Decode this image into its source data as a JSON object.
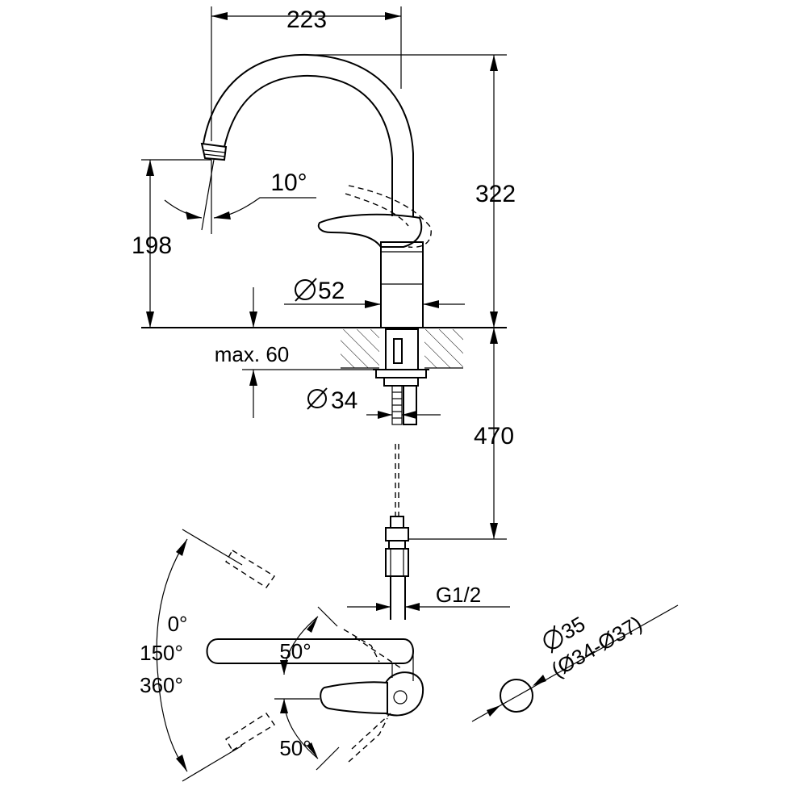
{
  "dimensions": {
    "spout_reach": "223",
    "total_height": "322",
    "spout_height": "198",
    "spout_angle": "10°",
    "body_diameter": "52",
    "deck_thickness": "max. 60",
    "shank_diameter": "34",
    "hose_length": "470",
    "connection_thread": "G1/2",
    "hole_diameter": "35",
    "hole_range": "(Ø34-Ø37)",
    "swivel_0": "0°",
    "swivel_150": "150°",
    "swivel_360": "360°",
    "lever_angle_top": "50°",
    "lever_angle_bottom": "50°"
  },
  "colors": {
    "line": "#000000",
    "background": "#ffffff"
  }
}
